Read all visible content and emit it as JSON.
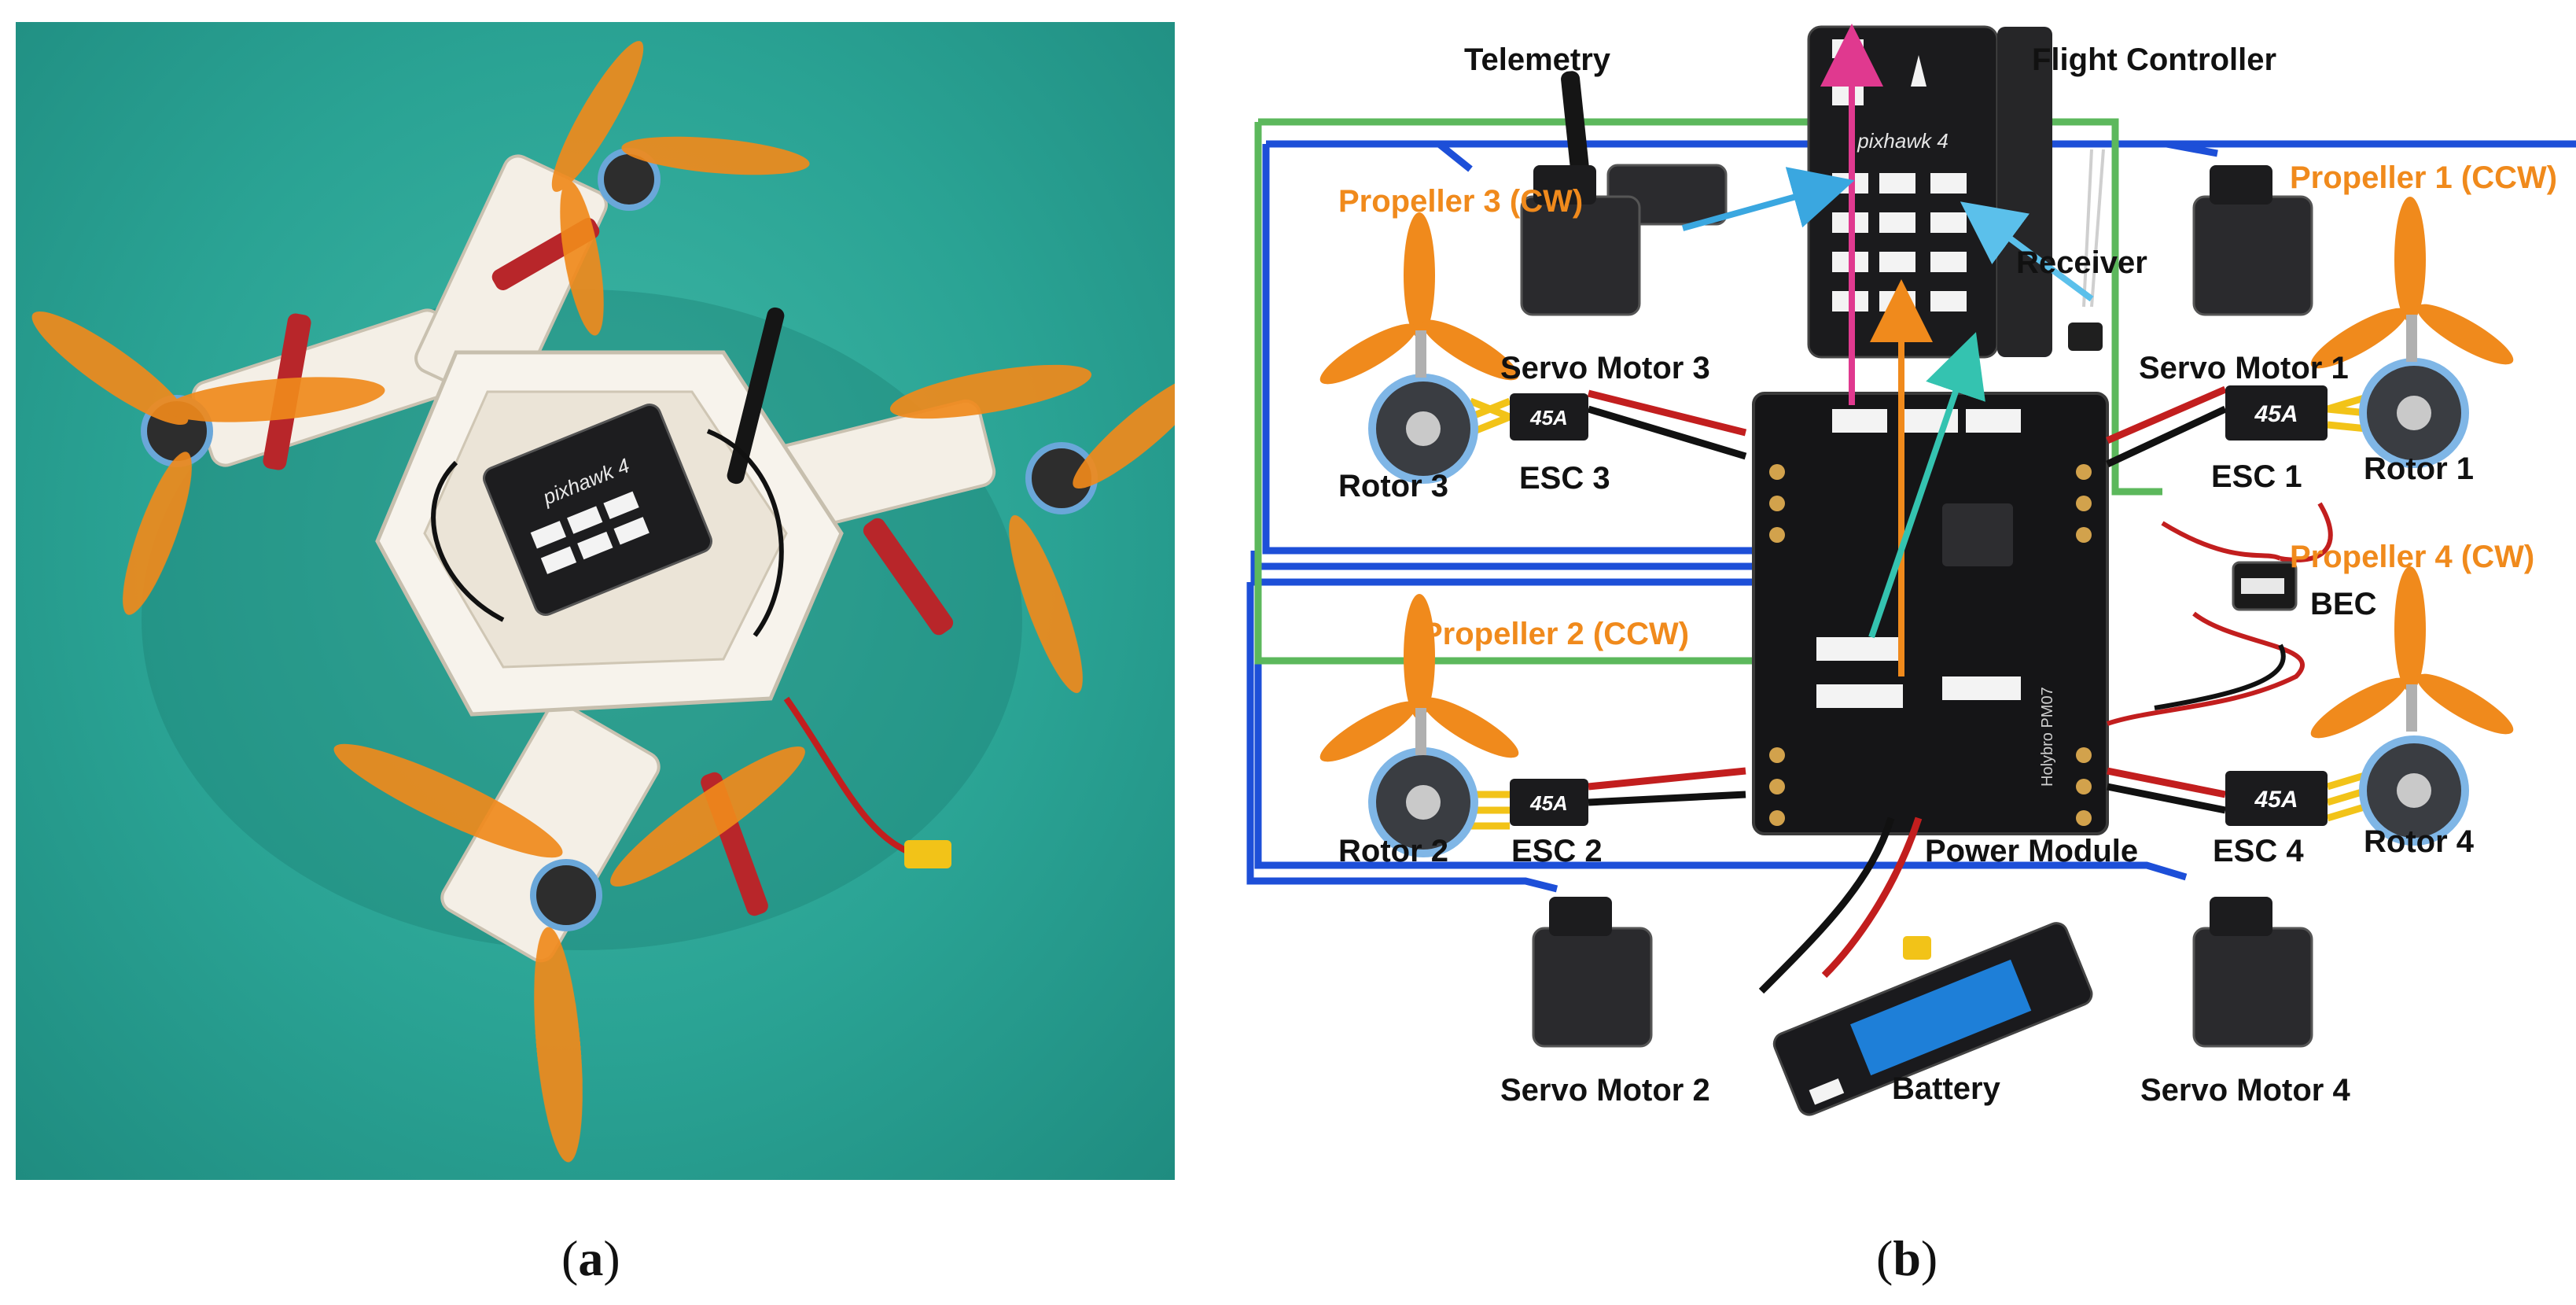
{
  "panel_a": {
    "caption_open": "(",
    "caption_letter": "a",
    "caption_close": ")",
    "fc_print": "pixhawk 4"
  },
  "panel_b": {
    "caption_open": "(",
    "caption_letter": "b",
    "caption_close": ")",
    "labels": {
      "telemetry": "Telemetry",
      "flight_controller": "Flight Controller",
      "receiver": "Receiver",
      "propeller_1": "Propeller 1 (CCW)",
      "propeller_2": "Propeller 2 (CCW)",
      "propeller_3": "Propeller 3 (CW)",
      "propeller_4": "Propeller 4 (CW)",
      "servo_1": "Servo Motor 1",
      "servo_2": "Servo Motor 2",
      "servo_3": "Servo Motor 3",
      "servo_4": "Servo Motor 4",
      "rotor_1": "Rotor 1",
      "rotor_2": "Rotor 2",
      "rotor_3": "Rotor 3",
      "rotor_4": "Rotor 4",
      "esc_1": "ESC 1",
      "esc_2": "ESC 2",
      "esc_3": "ESC 3",
      "esc_4": "ESC 4",
      "bec": "BEC",
      "power_module": "Power Module",
      "battery": "Battery"
    },
    "esc_print": "45A",
    "fc_print": "pixhawk 4",
    "pm_print": "Holybro PM07"
  },
  "colors": {
    "background_photo": "#2aa394",
    "propeller_orange": "#f08a1c",
    "servo_wire_blue": "#1d4fd8",
    "rc_wire_green": "#5cb85c",
    "telemetry_arrow": "#3aa7e0",
    "receiver_arrow": "#5bc0eb",
    "pm_arrow_magenta": "#e0398f",
    "pwm_arrow_orange": "#f08a1c",
    "pwm_arrow_teal": "#34c3b0",
    "motor_phase_yellow": "#f2c318"
  }
}
